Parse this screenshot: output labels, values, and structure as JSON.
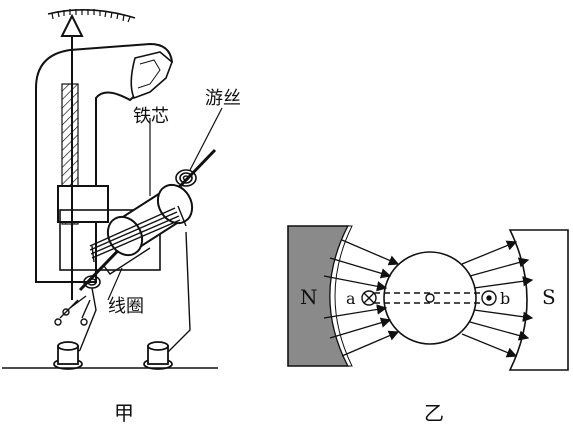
{
  "figure_jia": {
    "caption": "甲",
    "label_iron_core": "铁芯",
    "label_hairspring": "游丝",
    "label_coil": "线圈"
  },
  "figure_yi": {
    "caption": "乙",
    "pole_north": "N",
    "pole_south": "S",
    "point_a": "a",
    "point_b": "b"
  },
  "colors": {
    "line": "#111111",
    "magnet_fill": "#8a8a8a",
    "background": "#ffffff"
  }
}
